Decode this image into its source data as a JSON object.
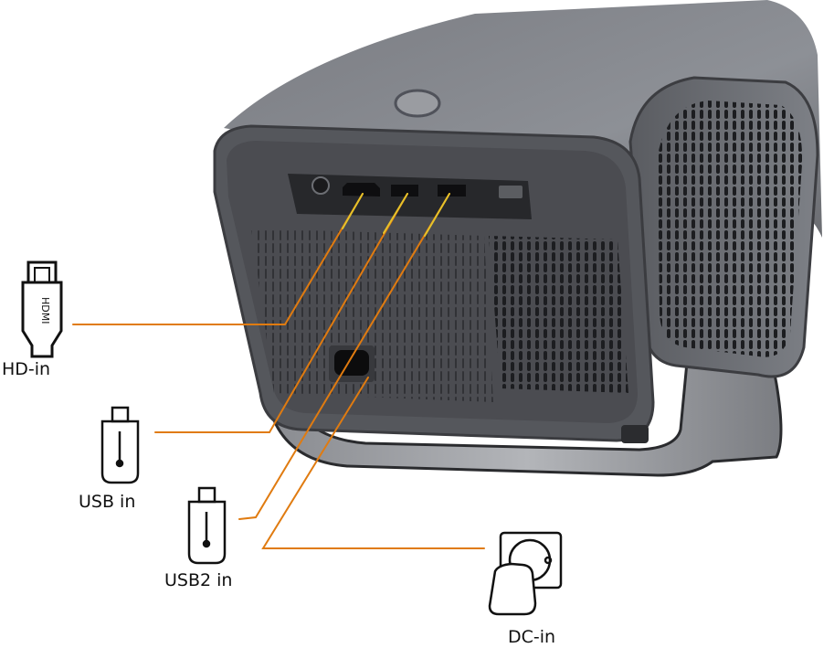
{
  "diagram": {
    "subject": "projector rear panel connections",
    "accent_line_color": "#e07b10",
    "accent_line_color_inner": "#e6c22a",
    "body_color": "#5f6166",
    "panel_color": "#4a4b50",
    "callouts": [
      {
        "id": "hdmi",
        "label": "HD-in",
        "icon": "hdmi-plug-icon",
        "icon_text": "HDMI",
        "target_port": "hdmi-port"
      },
      {
        "id": "usb1",
        "label": "USB in",
        "icon": "usb-stick-icon",
        "target_port": "usb-port-1"
      },
      {
        "id": "usb2",
        "label": "USB2 in",
        "icon": "usb-stick-icon",
        "target_port": "usb-port-2"
      },
      {
        "id": "dc",
        "label": "DC-in",
        "icon": "power-plug-socket-icon",
        "target_port": "power-inlet"
      }
    ],
    "ports": [
      "audio-jack",
      "hdmi-port",
      "usb-port-1",
      "usb-port-2",
      "ir-window",
      "power-inlet"
    ]
  }
}
